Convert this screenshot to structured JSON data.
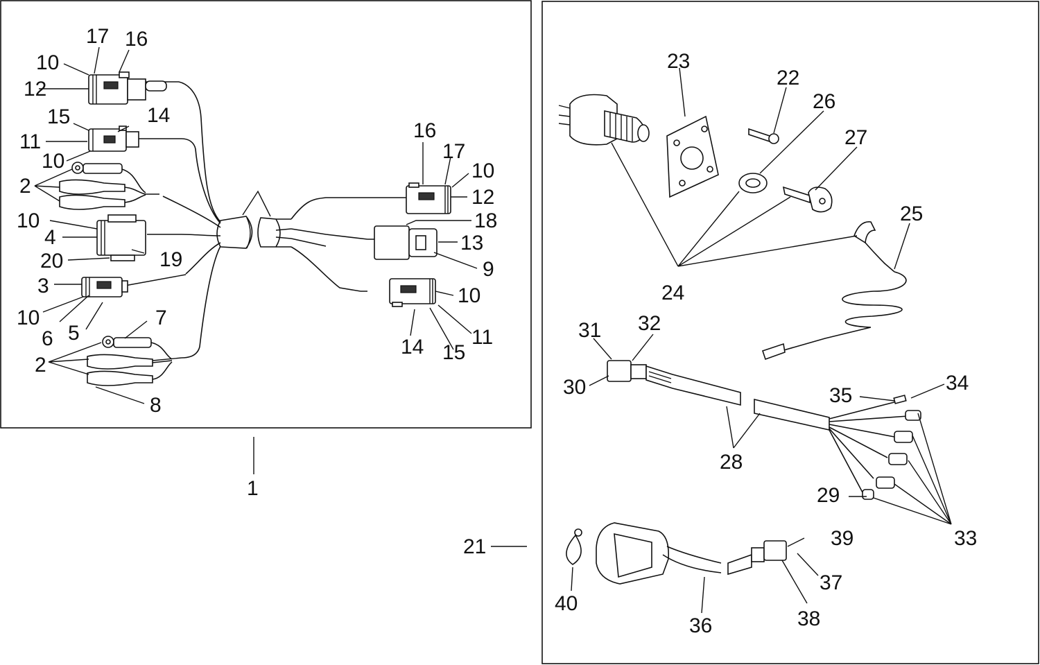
{
  "diagram": {
    "panels": [
      {
        "id": "harness",
        "assembly_callout": "1"
      },
      {
        "id": "controls",
        "assembly_callout": "21"
      }
    ],
    "labels": [
      {
        "id": "l17a",
        "text": "17"
      },
      {
        "id": "l16a",
        "text": "16"
      },
      {
        "id": "l10a",
        "text": "10"
      },
      {
        "id": "l12a",
        "text": "12"
      },
      {
        "id": "l15a",
        "text": "15"
      },
      {
        "id": "l14a",
        "text": "14"
      },
      {
        "id": "l11a",
        "text": "11"
      },
      {
        "id": "l10b",
        "text": "10"
      },
      {
        "id": "l2a",
        "text": "2"
      },
      {
        "id": "l10c",
        "text": "10"
      },
      {
        "id": "l4",
        "text": "4"
      },
      {
        "id": "l20",
        "text": "20"
      },
      {
        "id": "l19",
        "text": "19"
      },
      {
        "id": "l3",
        "text": "3"
      },
      {
        "id": "l10d",
        "text": "10"
      },
      {
        "id": "l6",
        "text": "6"
      },
      {
        "id": "l5",
        "text": "5"
      },
      {
        "id": "l7",
        "text": "7"
      },
      {
        "id": "l2b",
        "text": "2"
      },
      {
        "id": "l8",
        "text": "8"
      },
      {
        "id": "l16b",
        "text": "16"
      },
      {
        "id": "l17b",
        "text": "17"
      },
      {
        "id": "l10e",
        "text": "10"
      },
      {
        "id": "l12b",
        "text": "12"
      },
      {
        "id": "l18",
        "text": "18"
      },
      {
        "id": "l13",
        "text": "13"
      },
      {
        "id": "l9",
        "text": "9"
      },
      {
        "id": "l10f",
        "text": "10"
      },
      {
        "id": "l11b",
        "text": "11"
      },
      {
        "id": "l14b",
        "text": "14"
      },
      {
        "id": "l15b",
        "text": "15"
      },
      {
        "id": "l1",
        "text": "1"
      },
      {
        "id": "l23",
        "text": "23"
      },
      {
        "id": "l22",
        "text": "22"
      },
      {
        "id": "l26",
        "text": "26"
      },
      {
        "id": "l27",
        "text": "27"
      },
      {
        "id": "l25",
        "text": "25"
      },
      {
        "id": "l24",
        "text": "24"
      },
      {
        "id": "l31",
        "text": "31"
      },
      {
        "id": "l32",
        "text": "32"
      },
      {
        "id": "l30",
        "text": "30"
      },
      {
        "id": "l35",
        "text": "35"
      },
      {
        "id": "l34",
        "text": "34"
      },
      {
        "id": "l28",
        "text": "28"
      },
      {
        "id": "l29",
        "text": "29"
      },
      {
        "id": "l33",
        "text": "33"
      },
      {
        "id": "l21",
        "text": "21"
      },
      {
        "id": "l39",
        "text": "39"
      },
      {
        "id": "l37",
        "text": "37"
      },
      {
        "id": "l40",
        "text": "40"
      },
      {
        "id": "l36",
        "text": "36"
      },
      {
        "id": "l38",
        "text": "38"
      }
    ]
  }
}
